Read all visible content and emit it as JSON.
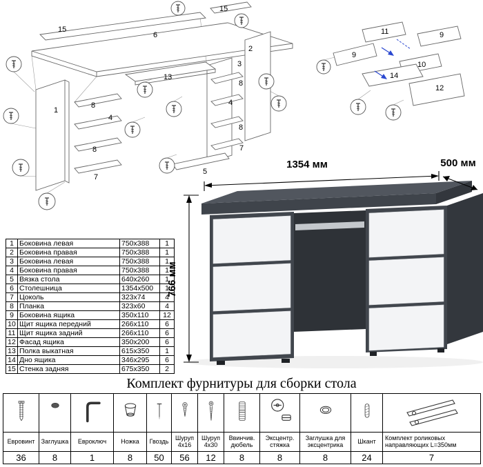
{
  "parts_table": {
    "rows": [
      {
        "num": "1",
        "name": "Боковина левая",
        "size": "750x388",
        "qty": "1"
      },
      {
        "num": "2",
        "name": "Боковина правая",
        "size": "750x388",
        "qty": "1"
      },
      {
        "num": "3",
        "name": "Боковина левая",
        "size": "750x388",
        "qty": "1"
      },
      {
        "num": "4",
        "name": "Боковина правая",
        "size": "750x388",
        "qty": "1"
      },
      {
        "num": "5",
        "name": "Вязка стола",
        "size": "640x260",
        "qty": "1"
      },
      {
        "num": "6",
        "name": "Столешница",
        "size": "1354x500",
        "qty": "1"
      },
      {
        "num": "7",
        "name": "Цоколь",
        "size": "323x74",
        "qty": "4"
      },
      {
        "num": "8",
        "name": "Планка",
        "size": "323x60",
        "qty": "4"
      },
      {
        "num": "9",
        "name": "Боковина ящика",
        "size": "350x110",
        "qty": "12"
      },
      {
        "num": "10",
        "name": "Щит ящика передний",
        "size": "266x110",
        "qty": "6"
      },
      {
        "num": "11",
        "name": "Щит ящика задний",
        "size": "266x110",
        "qty": "6"
      },
      {
        "num": "12",
        "name": "Фасад ящика",
        "size": "350x200",
        "qty": "6"
      },
      {
        "num": "13",
        "name": "Полка выкатная",
        "size": "615x350",
        "qty": "1"
      },
      {
        "num": "14",
        "name": "Дно ящика",
        "size": "346x295",
        "qty": "6"
      },
      {
        "num": "15",
        "name": "Стенка задняя",
        "size": "675x350",
        "qty": "2"
      }
    ]
  },
  "render": {
    "width_label": "1354 мм",
    "depth_label": "500 мм",
    "height_label": "766 мм",
    "colors": {
      "body": "#41464d",
      "top": "#51565e",
      "drawer": "#f3f4f6"
    }
  },
  "hardware": {
    "title": "Комплект фурнитуры для сборки стола",
    "items": [
      {
        "name": "Евровинт",
        "qty": "36",
        "icon": "confirmat-screw"
      },
      {
        "name": "Заглушка",
        "qty": "8",
        "icon": "cap-plug"
      },
      {
        "name": "Евроключ",
        "qty": "1",
        "icon": "hex-key"
      },
      {
        "name": "Ножка",
        "qty": "8",
        "icon": "foot"
      },
      {
        "name": "Гвоздь",
        "qty": "50",
        "icon": "nail"
      },
      {
        "name": "Шуруп 4x16",
        "qty": "56",
        "icon": "screw-short"
      },
      {
        "name": "Шуруп 4x30",
        "qty": "12",
        "icon": "screw-long"
      },
      {
        "name": "Ввинчив. дюбель",
        "qty": "8",
        "icon": "screw-in-dowel"
      },
      {
        "name": "Эксцентр. стяжка",
        "qty": "8",
        "icon": "cam-lock"
      },
      {
        "name": "Заглушка для эксцентрика",
        "qty": "8",
        "icon": "cam-cover"
      },
      {
        "name": "Шкант",
        "qty": "24",
        "icon": "wooden-dowel"
      },
      {
        "name": "Комплект роликовых направляющих L=350мм",
        "qty": "7",
        "icon": "roller-slides"
      }
    ]
  },
  "diagram": {
    "main_labels": [
      "15",
      "6",
      "15",
      "2",
      "1",
      "8",
      "4",
      "13",
      "8",
      "7",
      "3",
      "8",
      "4",
      "8",
      "7",
      "5"
    ],
    "drawer_labels": [
      "11",
      "9",
      "9",
      "10",
      "14",
      "12"
    ]
  }
}
